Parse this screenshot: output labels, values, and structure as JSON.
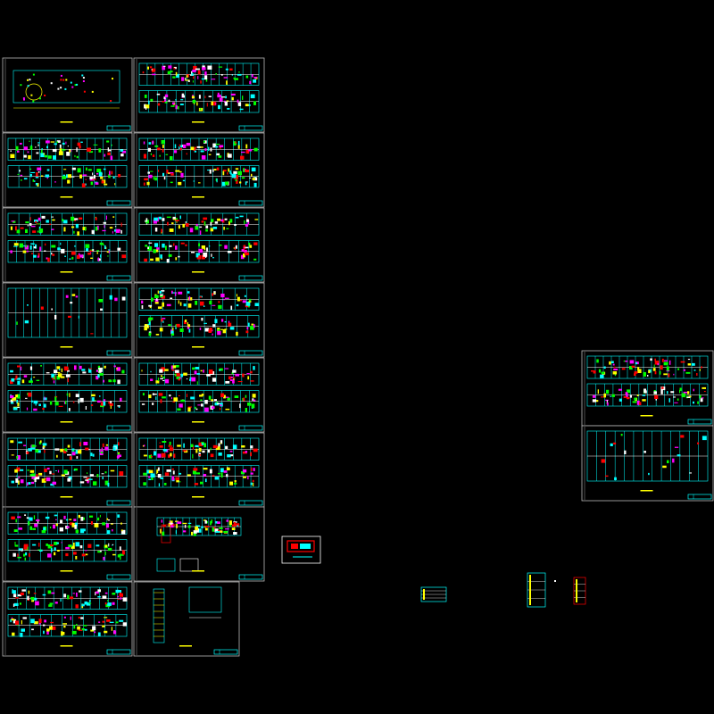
{
  "view": {
    "background": "#000000",
    "sheet_border": "#b8b8b8",
    "title_block": "#00ffff",
    "accent": "#ff0000"
  },
  "palette": [
    "#00ffff",
    "#ffff00",
    "#ffffff",
    "#ff00ff",
    "#00ff00",
    "#ff0000"
  ],
  "sheets": {
    "column_a": 8,
    "column_b": 8,
    "right_group": 2
  },
  "details": {
    "small_red_block": "detail",
    "small_details": 3
  }
}
